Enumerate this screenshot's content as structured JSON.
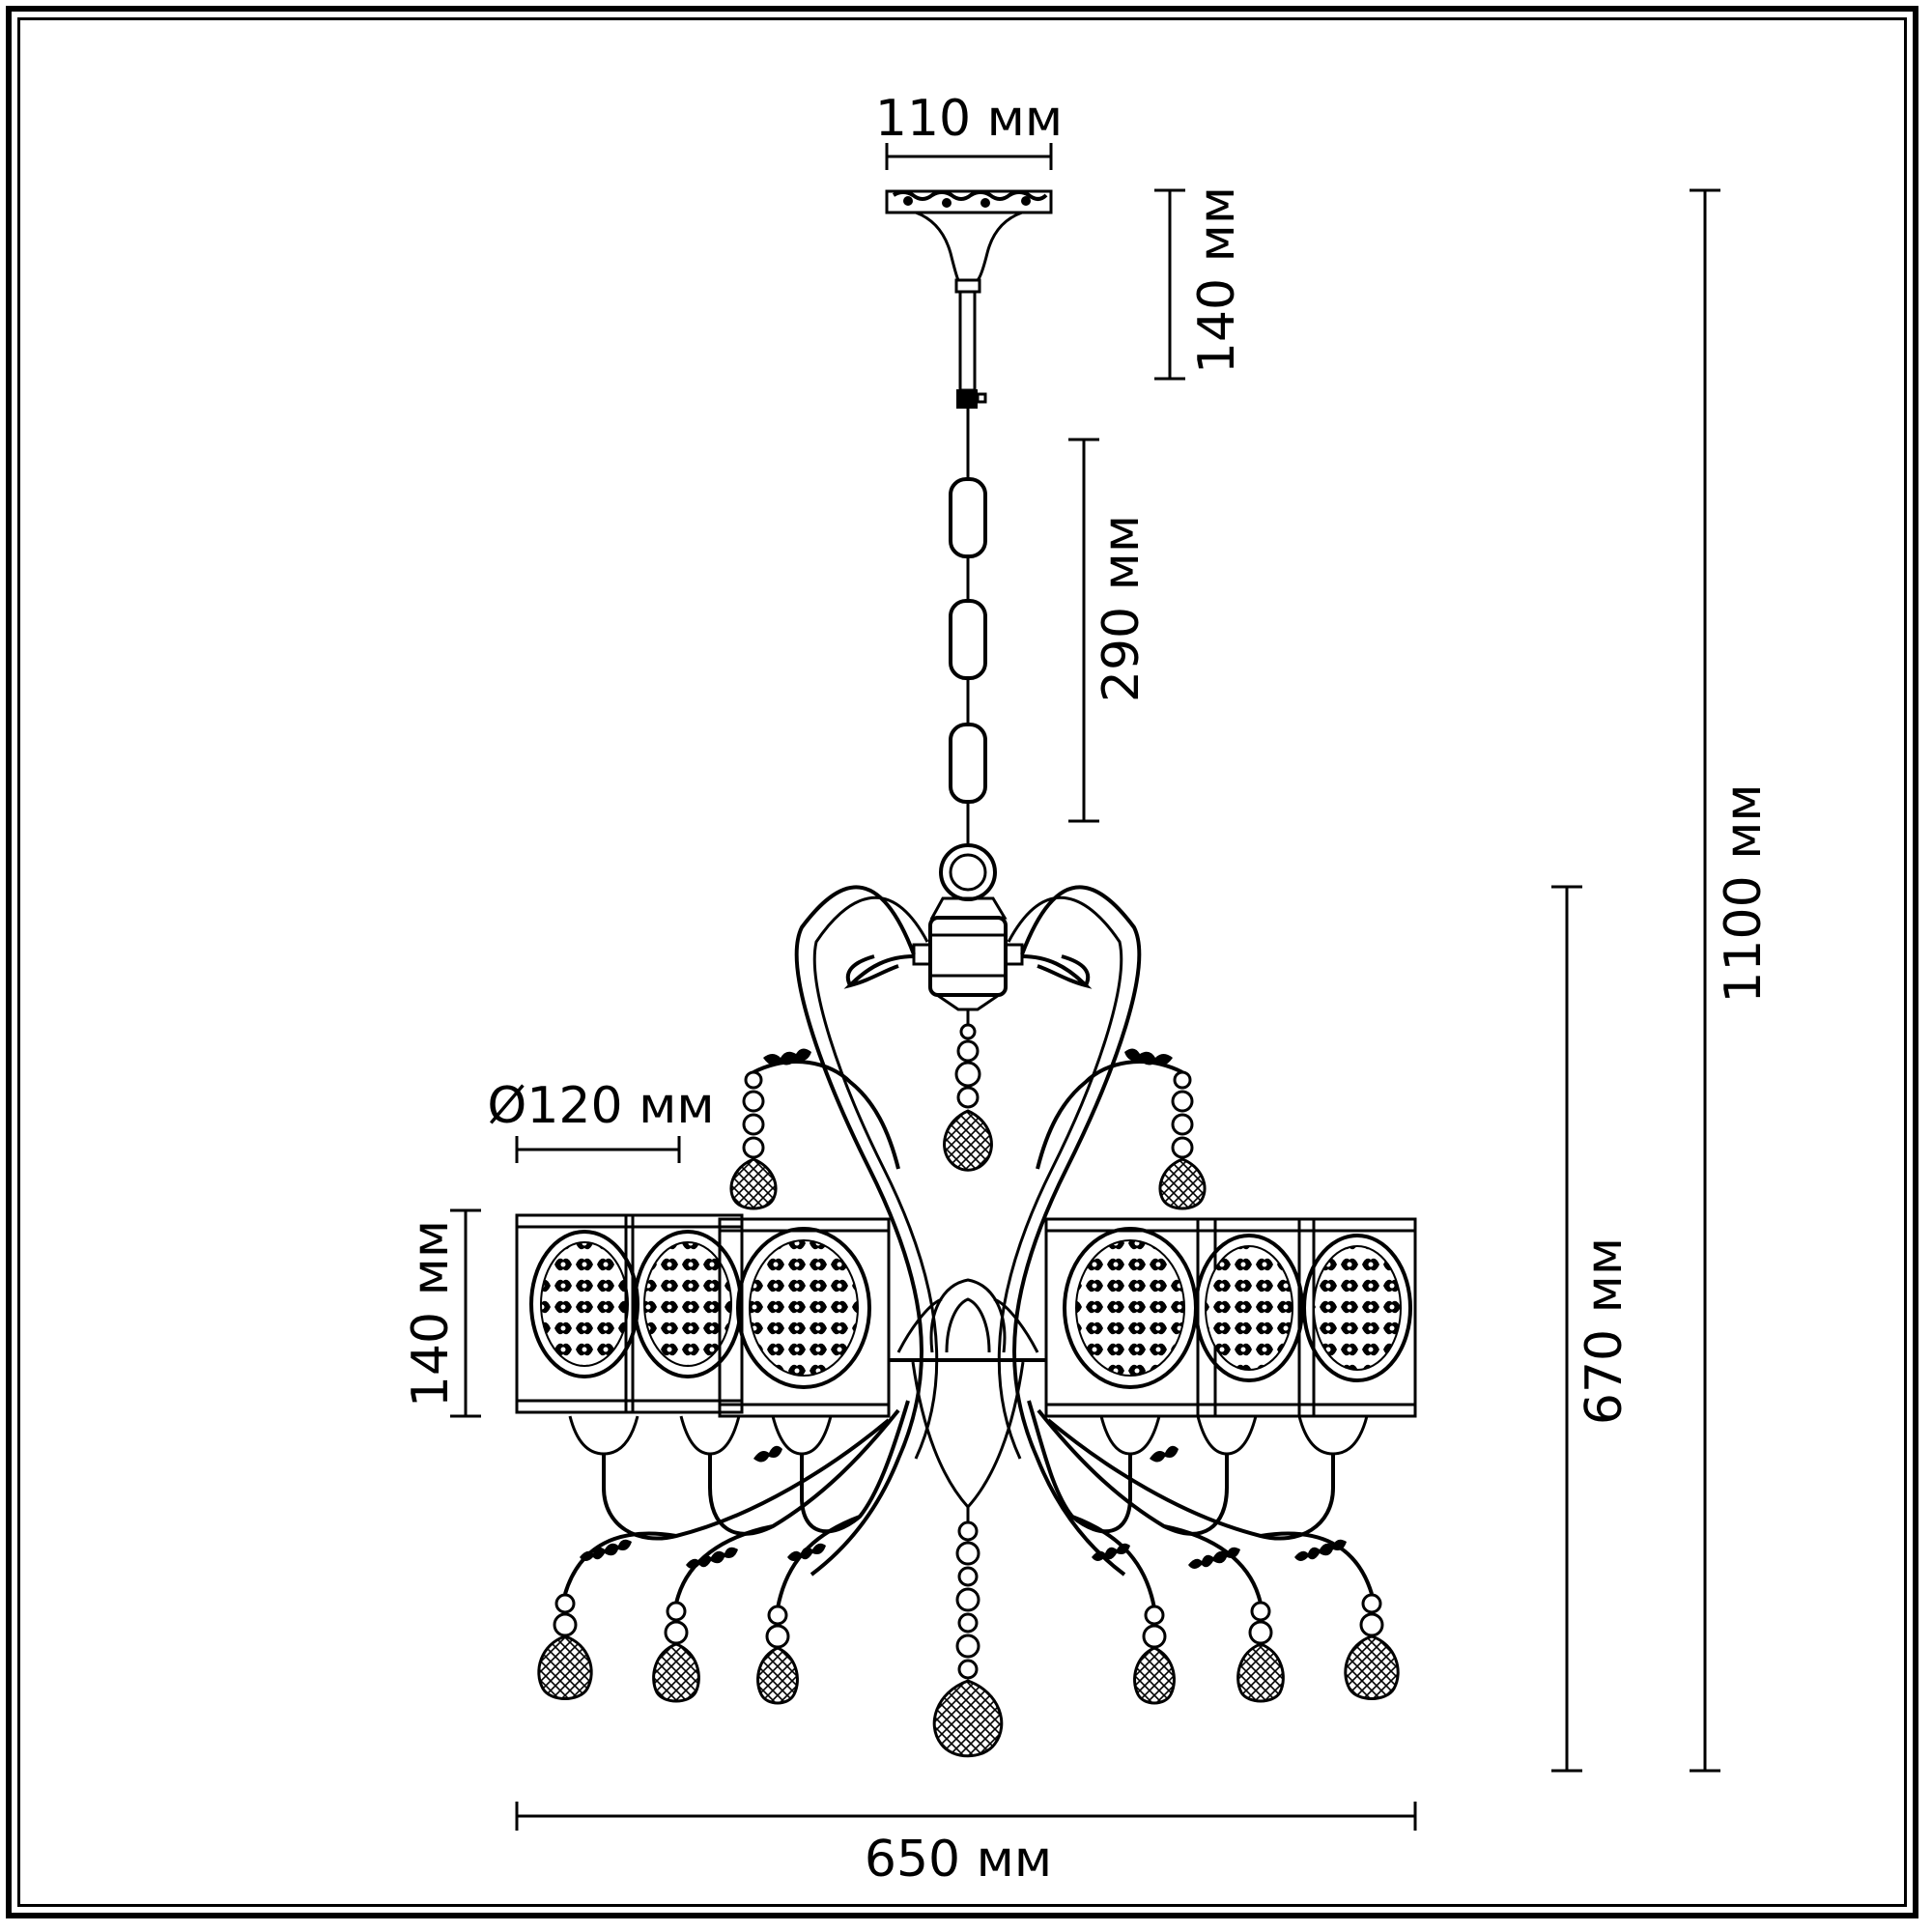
{
  "dimensions": {
    "canopy_width": "110 мм",
    "canopy_height": "140 мм",
    "chain_length": "290 мм",
    "total_height": "1100 мм",
    "body_height": "670 мм",
    "shade_diameter": "Ø120 мм",
    "shade_height": "140 мм",
    "total_width": "650 мм"
  },
  "colors": {
    "line": "#000000",
    "background": "#ffffff"
  }
}
